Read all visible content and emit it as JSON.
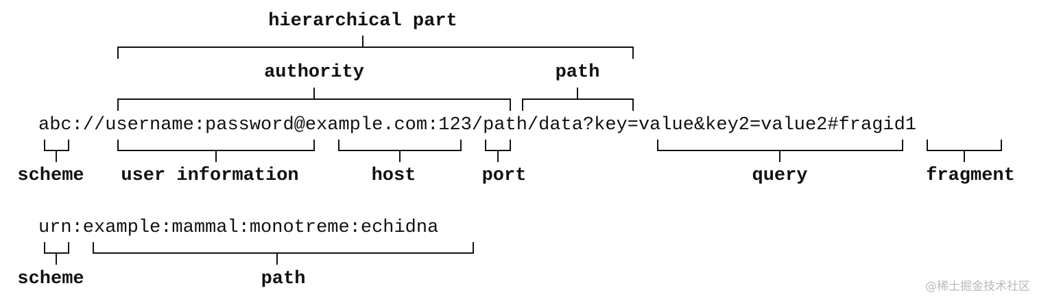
{
  "uri_1": "abc://username:password@example.com:123/path/data?key=value&key2=value2#fragid1",
  "uri_2": "urn:example:mammal:monotreme:echidna",
  "labels": {
    "hierarchical_part": "hierarchical part",
    "authority": "authority",
    "path_1": "path",
    "scheme_1": "scheme",
    "user_information": "user information",
    "host": "host",
    "port": "port",
    "query": "query",
    "fragment": "fragment",
    "scheme_2": "scheme",
    "path_2": "path"
  },
  "watermark": "@稀土掘金技术社区"
}
